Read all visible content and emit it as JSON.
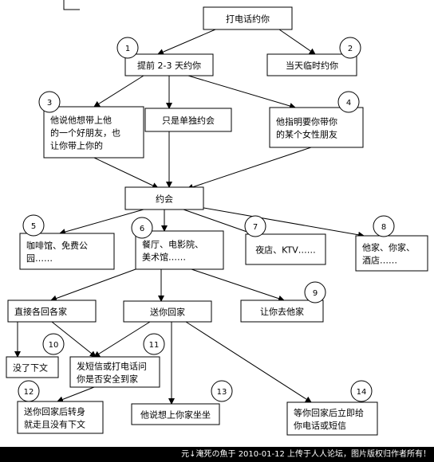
{
  "diagram": {
    "nodes": [
      {
        "id": "call",
        "lines": [
          "打电话约你"
        ]
      },
      {
        "id": "advance",
        "lines": [
          "提前 2-3 天约你"
        ]
      },
      {
        "id": "sameday",
        "lines": [
          "当天临时约你"
        ]
      },
      {
        "id": "friend",
        "lines": [
          "他说他想带上他",
          "的一个好朋友，也",
          "让你带上你的"
        ]
      },
      {
        "id": "alone",
        "lines": [
          "只是单独约会"
        ]
      },
      {
        "id": "female",
        "lines": [
          "他指明要你带你",
          "的某个女性朋友"
        ]
      },
      {
        "id": "date",
        "lines": [
          "约会"
        ]
      },
      {
        "id": "cafe",
        "lines": [
          "咖啡馆、免费公",
          "园……"
        ]
      },
      {
        "id": "restaurant",
        "lines": [
          "餐厅、电影院、",
          "美术馆……"
        ]
      },
      {
        "id": "nightclub",
        "lines": [
          "夜店、KTV……"
        ]
      },
      {
        "id": "hishome",
        "lines": [
          "他家、你家、",
          "酒店……"
        ]
      },
      {
        "id": "gohome",
        "lines": [
          "直接各回各家"
        ]
      },
      {
        "id": "seehome",
        "lines": [
          "送你回家"
        ]
      },
      {
        "id": "gohis",
        "lines": [
          "让你去他家"
        ]
      },
      {
        "id": "nothing",
        "lines": [
          "没了下文"
        ]
      },
      {
        "id": "text",
        "lines": [
          "发短信或打电话问",
          "你是否安全到家"
        ]
      },
      {
        "id": "leave",
        "lines": [
          "送你回家后转身",
          "就走且没有下文"
        ]
      },
      {
        "id": "sitin",
        "lines": [
          "他说想上你家坐坐"
        ]
      },
      {
        "id": "textnow",
        "lines": [
          "等你回家后立即给",
          "你电话或短信"
        ]
      }
    ],
    "numbers": [
      "1",
      "2",
      "3",
      "4",
      "5",
      "6",
      "7",
      "8",
      "9",
      "10",
      "11",
      "12",
      "13",
      "14"
    ]
  },
  "footer": {
    "text": "元↓淹死の魚于 2010-01-12 上传于人人论坛，图片版权归作者所有！"
  },
  "colors": {
    "line": "#000000",
    "box_fill": "#ffffff",
    "footer_bg": "#000000",
    "footer_text": "#ffffff"
  }
}
